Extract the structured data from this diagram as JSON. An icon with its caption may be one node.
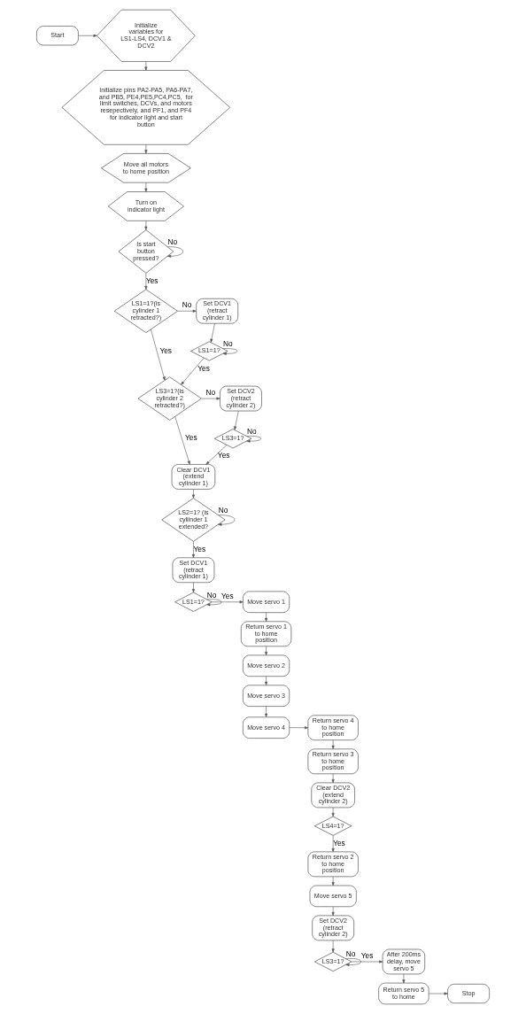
{
  "diagram": {
    "nodes": [
      {
        "text": [
          "Start"
        ]
      },
      {
        "text": [
          "Initialize variables for LS1-LS4, DCV1 & DCV2"
        ]
      },
      {
        "text": [
          "Initialize pins PA2-PA5, PA6-PA7, and PB5, PE4,PE5,PC4,PC5,  for limit switches, DCVs, and motors resepectively, and PF1, and PF4 for indicator light and start button"
        ]
      },
      {
        "text": [
          "Move all motors to home position"
        ]
      },
      {
        "text": [
          "Turn on indicator light"
        ]
      },
      {
        "text": [
          "Is start button pressed?"
        ]
      },
      {
        "text": [
          "LS1=1?(is cylinder 1 retracted?)"
        ]
      },
      {
        "text": [
          "Set DCV1 (retract cylinder 1)"
        ]
      },
      {
        "text": [
          "LS1=1?"
        ]
      },
      {
        "text": [
          "LS3=1?(is cylinder 2 retracted?)"
        ]
      },
      {
        "text": [
          "Set DCV2 (retract cylinder 2)"
        ]
      },
      {
        "text": [
          "LS3=1?"
        ]
      },
      {
        "text": [
          "Clear DCV1 (extend cylinder 1)"
        ]
      },
      {
        "text": [
          "LS2=1? (is cyliinder 1 extended?"
        ]
      },
      {
        "text": [
          "Set DCV1 (retract cylinder 1)"
        ]
      },
      {
        "text": [
          "LS1=1?"
        ]
      },
      {
        "text": [
          "Move servo 1"
        ]
      },
      {
        "text": [
          "Return servo 1 to home position"
        ]
      },
      {
        "text": [
          "Move servo 2"
        ]
      },
      {
        "text": [
          "Move servo 3"
        ]
      },
      {
        "text": [
          "Move servo 4"
        ]
      },
      {
        "text": [
          "Return servo 4 to home position"
        ]
      },
      {
        "text": [
          "Return servo 3 to home position"
        ]
      },
      {
        "text": [
          "Clear DCV2 (extend cylinder 2)"
        ]
      },
      {
        "text": [
          "LS4=1?"
        ]
      },
      {
        "text": [
          "Return servo 2 to home position"
        ]
      },
      {
        "text": [
          "Move servo 5"
        ]
      },
      {
        "text": [
          "Set DCV2 (retract cylinder 2)"
        ]
      },
      {
        "text": [
          "LS3=1?"
        ]
      },
      {
        "text": [
          "After 200ms delay, move servo 5"
        ]
      },
      {
        "text": [
          "Return servo 5 to home"
        ]
      },
      {
        "text": [
          "Stop"
        ]
      }
    ],
    "edges": [
      {
        "from": 0,
        "to": 1,
        "arrow": "to"
      },
      {
        "from": 1,
        "to": 2,
        "arrow": "to"
      },
      {
        "from": 2,
        "to": 3,
        "arrow": "to"
      },
      {
        "from": 3,
        "to": 4,
        "arrow": "to"
      },
      {
        "from": 4,
        "to": 5,
        "arrow": "to"
      },
      {
        "from": 5,
        "to": 5,
        "arrow": "to",
        "label": "No"
      },
      {
        "from": 5,
        "to": 6,
        "arrow": "to",
        "label": "Yes"
      },
      {
        "from": 6,
        "to": 7,
        "arrow": "to",
        "label": "No"
      },
      {
        "from": 6,
        "to": 9,
        "arrow": "to",
        "label": "Yes"
      },
      {
        "from": 7,
        "to": 8,
        "arrow": "to"
      },
      {
        "from": 8,
        "to": 8,
        "arrow": "to",
        "label": "No"
      },
      {
        "from": 8,
        "to": 9,
        "arrow": "to",
        "label": "Yes"
      },
      {
        "from": 9,
        "to": 10,
        "arrow": "to",
        "label": "No"
      },
      {
        "from": 9,
        "to": 12,
        "arrow": "to",
        "label": "Yes"
      },
      {
        "from": 10,
        "to": 11,
        "arrow": "to"
      },
      {
        "from": 11,
        "to": 11,
        "arrow": "to",
        "label": "No"
      },
      {
        "from": 11,
        "to": 12,
        "arrow": "to",
        "label": "Yes"
      },
      {
        "from": 12,
        "to": 13,
        "arrow": "to"
      },
      {
        "from": 13,
        "to": 13,
        "arrow": "to",
        "label": "No"
      },
      {
        "from": 13,
        "to": 14,
        "arrow": "to",
        "label": "Yes"
      },
      {
        "from": 14,
        "to": 15,
        "arrow": "to"
      },
      {
        "from": 15,
        "to": 15,
        "arrow": "to",
        "label": "No"
      },
      {
        "from": 15,
        "to": 16,
        "arrow": "to",
        "label": "Yes"
      },
      {
        "from": 16,
        "to": 17,
        "arrow": "to"
      },
      {
        "from": 17,
        "to": 18,
        "arrow": "to"
      },
      {
        "from": 18,
        "to": 19,
        "arrow": "to"
      },
      {
        "from": 19,
        "to": 20,
        "arrow": "to"
      },
      {
        "from": 20,
        "to": 21,
        "arrow": "to"
      },
      {
        "from": 21,
        "to": 22,
        "arrow": "to"
      },
      {
        "from": 22,
        "to": 23,
        "arrow": "to"
      },
      {
        "from": 23,
        "to": 24,
        "arrow": "to"
      },
      {
        "from": 24,
        "to": 25,
        "arrow": "to",
        "label": "Yes"
      },
      {
        "from": 25,
        "to": 26,
        "arrow": "to"
      },
      {
        "from": 26,
        "to": 27,
        "arrow": "to"
      },
      {
        "from": 27,
        "to": 28,
        "arrow": "to"
      },
      {
        "from": 28,
        "to": 28,
        "arrow": "to",
        "label": "No"
      },
      {
        "from": 28,
        "to": 29,
        "arrow": "to",
        "label": "Yes"
      },
      {
        "from": 29,
        "to": 30,
        "arrow": "to"
      },
      {
        "from": 30,
        "to": 31,
        "arrow": "to"
      }
    ]
  }
}
